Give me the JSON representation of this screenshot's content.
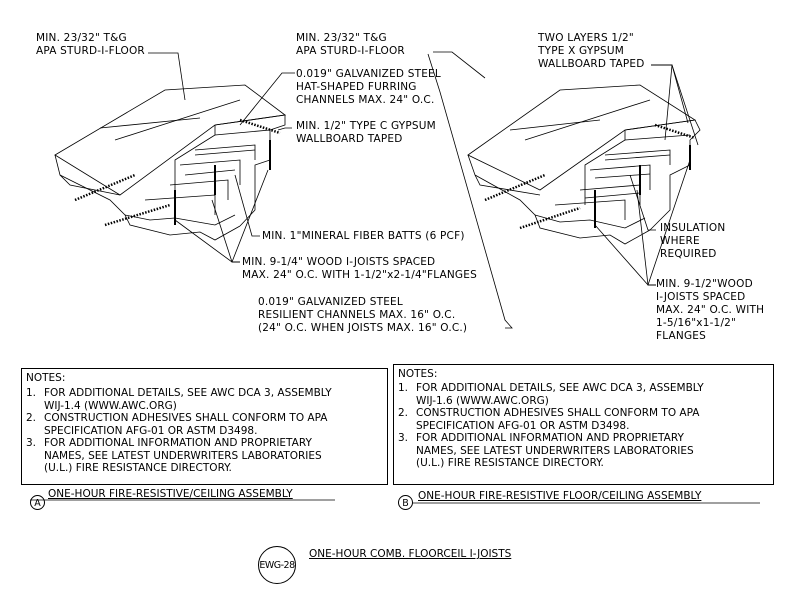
{
  "assembly_a": {
    "labels": {
      "floor": [
        "MIN. 23/32\" T&G",
        "APA STURD-I-FLOOR"
      ],
      "hat_channel": [
        "0.019\" GALVANIZED STEEL",
        "HAT-SHAPED FURRING",
        "CHANNELS MAX. 24\" O.C."
      ],
      "gypsum": [
        "MIN. 1/2\" TYPE C GYPSUM",
        "WALLBOARD TAPED"
      ],
      "batts": [
        "MIN. 1\"MINERAL FIBER BATTS (6 PCF)"
      ],
      "joists": [
        "MIN. 9-1/4\" WOOD I-JOISTS SPACED",
        "MAX. 24\" O.C. WITH 1-1/2\"x2-1/4\"FLANGES"
      ],
      "resilient": [
        "0.019\" GALVANIZED STEEL",
        "RESILIENT CHANNELS MAX. 16\" O.C.",
        "(24\" O.C. WHEN JOISTS MAX. 16\" O.C.)"
      ]
    },
    "notes_header": "NOTES:",
    "notes": [
      {
        "num": "1.",
        "lines": [
          "FOR ADDITIONAL DETAILS, SEE AWC DCA 3, ASSEMBLY",
          "WIJ-1.4 (WWW.AWC.ORG)"
        ]
      },
      {
        "num": "2.",
        "lines": [
          "CONSTRUCTION ADHESIVES SHALL CONFORM TO APA",
          "SPECIFICATION AFG-01 OR ASTM D3498."
        ]
      },
      {
        "num": "3.",
        "lines": [
          "FOR ADDITIONAL INFORMATION AND PROPRIETARY",
          "NAMES, SEE LATEST UNDERWRITERS LABORATORIES",
          "(U.L.) FIRE RESISTANCE DIRECTORY."
        ]
      }
    ],
    "tag": "A",
    "caption": "ONE-HOUR FIRE-RESISTIVE/CEILING ASSEMBLY"
  },
  "assembly_b": {
    "labels": {
      "floor": [
        "MIN. 23/32\" T&G",
        "APA STURD-I-FLOOR"
      ],
      "gypsum": [
        "TWO LAYERS 1/2\"",
        "TYPE X GYPSUM",
        "WALLBOARD TAPED"
      ],
      "insulation": [
        "INSULATION",
        "WHERE",
        "REQUIRED"
      ],
      "joists": [
        "MIN. 9-1/2\"WOOD",
        "I-JOISTS SPACED",
        "MAX. 24\" O.C. WITH",
        "1-5/16\"x1-1/2\"",
        "FLANGES"
      ]
    },
    "notes_header": "NOTES:",
    "notes": [
      {
        "num": "1.",
        "lines": [
          "FOR ADDITIONAL DETAILS, SEE AWC DCA 3, ASSEMBLY",
          "WIJ-1.6 (WWW.AWC.ORG)"
        ]
      },
      {
        "num": "2.",
        "lines": [
          "CONSTRUCTION ADHESIVES SHALL CONFORM TO APA",
          "SPECIFICATION AFG-01 OR ASTM D3498."
        ]
      },
      {
        "num": "3.",
        "lines": [
          "FOR ADDITIONAL INFORMATION AND PROPRIETARY",
          "NAMES, SEE LATEST UNDERWRITERS LABORATORIES",
          "(U.L.) FIRE RESISTANCE DIRECTORY."
        ]
      }
    ],
    "tag": "B",
    "caption": "ONE-HOUR FIRE-RESISTIVE FLOOR/CEILING ASSEMBLY"
  },
  "drawing_title": {
    "tag": "EWG-28",
    "text": "ONE-HOUR COMB. FLOORCEIL I-JOISTS"
  }
}
